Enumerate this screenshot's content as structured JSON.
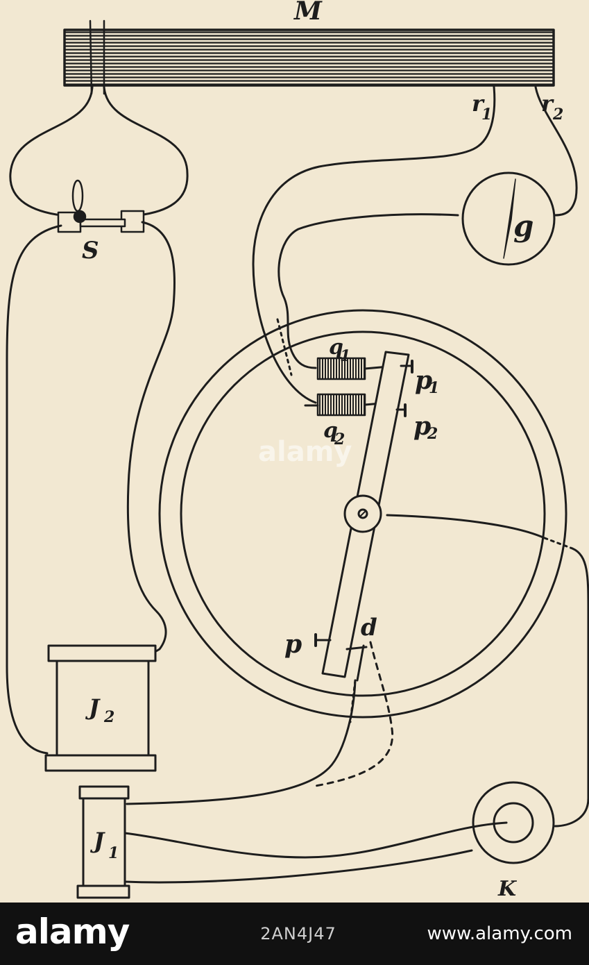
{
  "diagram": {
    "labels": {
      "magnet": "M",
      "r1": "r",
      "r1_sub": "1",
      "r2": "r",
      "r2_sub": "2",
      "galvanometer": "g",
      "switch": "S",
      "q1": "q",
      "q1_sub": "1",
      "q2": "q",
      "q2_sub": "2",
      "p1": "p",
      "p1_sub": "1",
      "p2": "p",
      "p2_sub": "2",
      "p": "p",
      "d": "d",
      "j2": "J",
      "j2_sub": "2",
      "j1": "J",
      "j1_sub": "1",
      "key": "K"
    }
  },
  "watermark": {
    "logo": "alamy",
    "overlay": "alamy",
    "image_id": "2AN4J47",
    "url": "www.alamy.com"
  },
  "colors": {
    "paper": "#f2e8d2",
    "ink": "#1d1d1d",
    "bar": "#111111"
  }
}
